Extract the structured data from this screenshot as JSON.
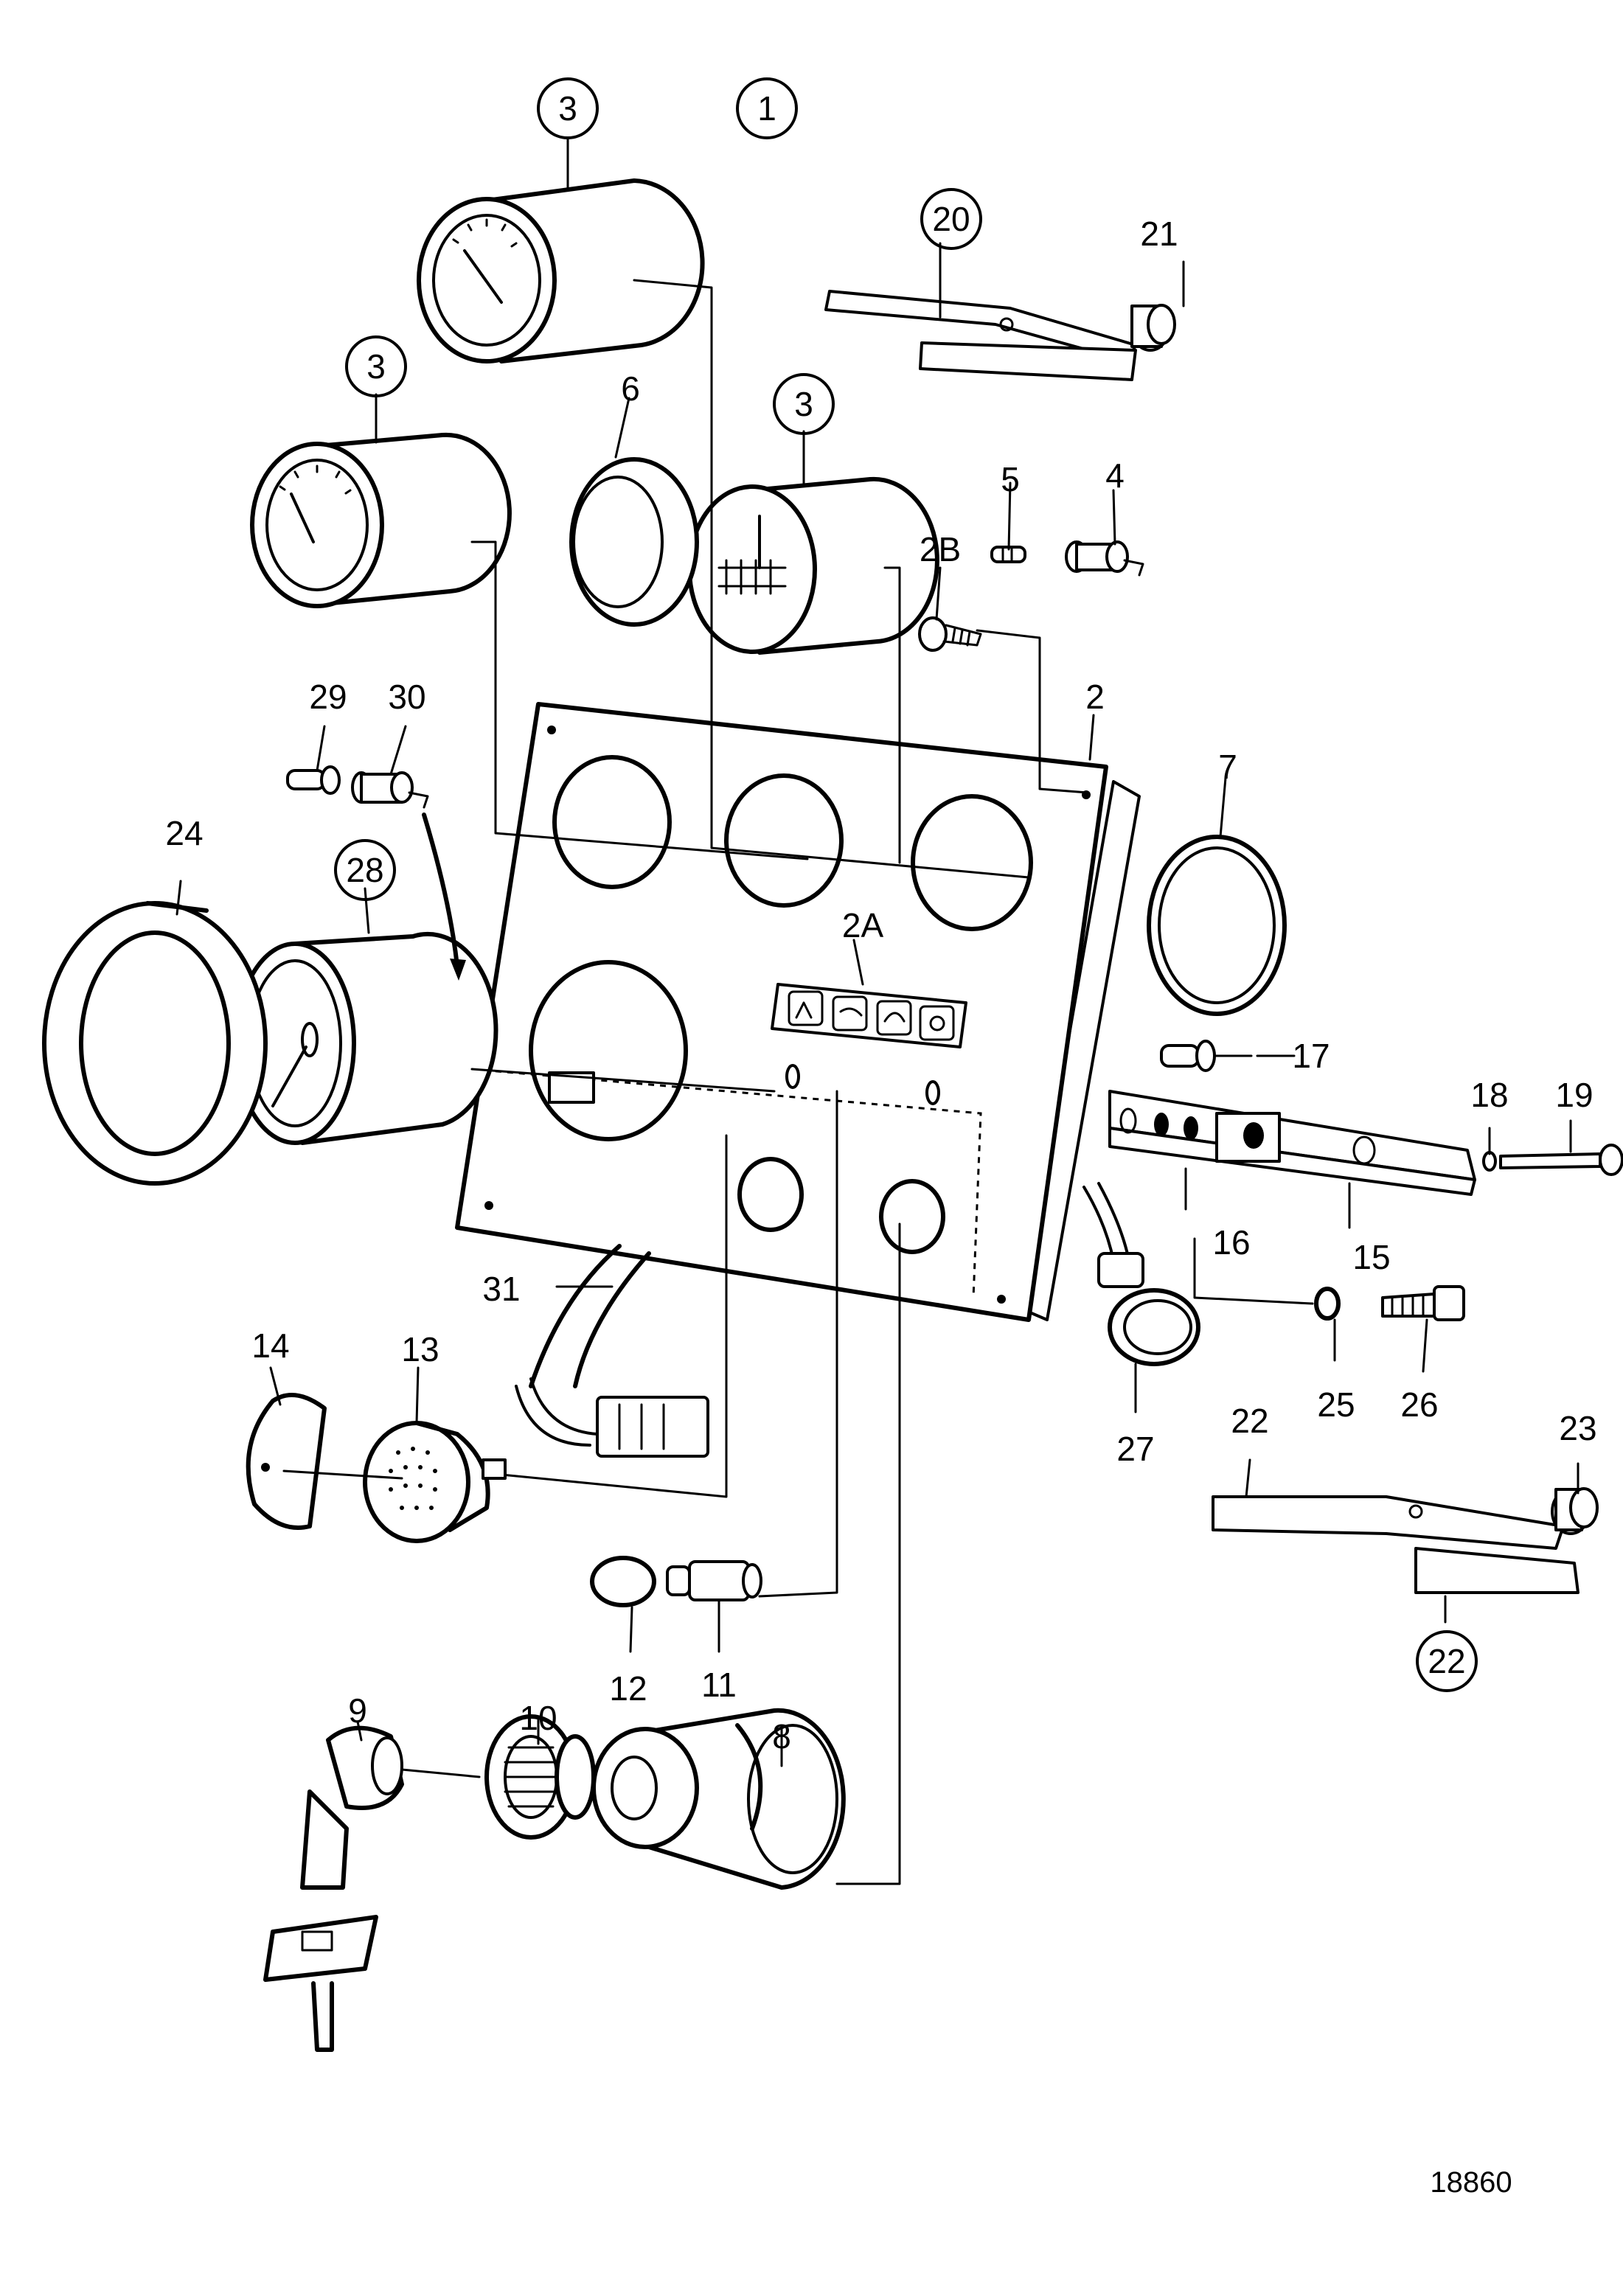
{
  "diagram": {
    "drawing_number": "18860",
    "labels": [
      {
        "id": "1",
        "text": "1",
        "circled": true
      },
      {
        "id": "2",
        "text": "2",
        "circled": false
      },
      {
        "id": "2A",
        "text": "2A",
        "circled": false
      },
      {
        "id": "2B",
        "text": "2B",
        "circled": false
      },
      {
        "id": "3a",
        "text": "3",
        "circled": true
      },
      {
        "id": "3b",
        "text": "3",
        "circled": true
      },
      {
        "id": "3c",
        "text": "3",
        "circled": true
      },
      {
        "id": "4",
        "text": "4",
        "circled": false
      },
      {
        "id": "5",
        "text": "5",
        "circled": false
      },
      {
        "id": "6",
        "text": "6",
        "circled": false
      },
      {
        "id": "7",
        "text": "7",
        "circled": false
      },
      {
        "id": "8",
        "text": "8",
        "circled": false
      },
      {
        "id": "9",
        "text": "9",
        "circled": false
      },
      {
        "id": "10",
        "text": "10",
        "circled": false
      },
      {
        "id": "11",
        "text": "11",
        "circled": false
      },
      {
        "id": "12",
        "text": "12",
        "circled": false
      },
      {
        "id": "13",
        "text": "13",
        "circled": false
      },
      {
        "id": "14",
        "text": "14",
        "circled": false
      },
      {
        "id": "15",
        "text": "15",
        "circled": false
      },
      {
        "id": "16",
        "text": "16",
        "circled": false
      },
      {
        "id": "17",
        "text": "17",
        "circled": false
      },
      {
        "id": "18",
        "text": "18",
        "circled": false
      },
      {
        "id": "19",
        "text": "19",
        "circled": false
      },
      {
        "id": "20",
        "text": "20",
        "circled": true
      },
      {
        "id": "21",
        "text": "21",
        "circled": false
      },
      {
        "id": "22a",
        "text": "22",
        "circled": false
      },
      {
        "id": "22b",
        "text": "22",
        "circled": true
      },
      {
        "id": "23",
        "text": "23",
        "circled": false
      },
      {
        "id": "24",
        "text": "24",
        "circled": false
      },
      {
        "id": "25",
        "text": "25",
        "circled": false
      },
      {
        "id": "26",
        "text": "26",
        "circled": false
      },
      {
        "id": "27",
        "text": "27",
        "circled": false
      },
      {
        "id": "28",
        "text": "28",
        "circled": true
      },
      {
        "id": "29",
        "text": "29",
        "circled": false
      },
      {
        "id": "30",
        "text": "30",
        "circled": false
      },
      {
        "id": "31",
        "text": "31",
        "circled": false
      }
    ]
  }
}
